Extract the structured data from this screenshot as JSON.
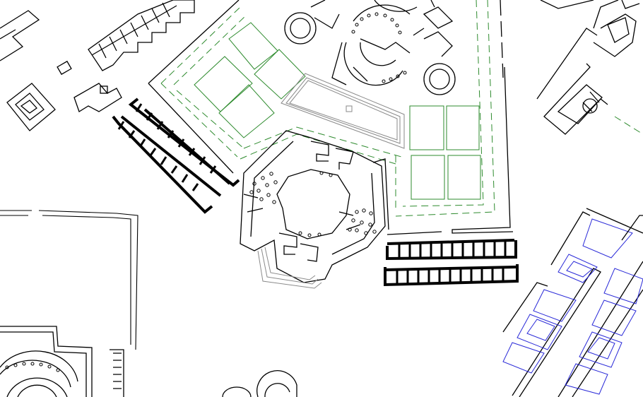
{
  "map": {
    "colors": {
      "background": "#ffffff",
      "walls": "#000000",
      "garden": "#2e8b2e",
      "pool": "#8a8a8a",
      "blocks": "#2a2ad8"
    },
    "layers": [
      "building-outlines",
      "garden-beds",
      "garden-paths",
      "reflecting-pool",
      "colonnades",
      "housing-blocks"
    ]
  }
}
